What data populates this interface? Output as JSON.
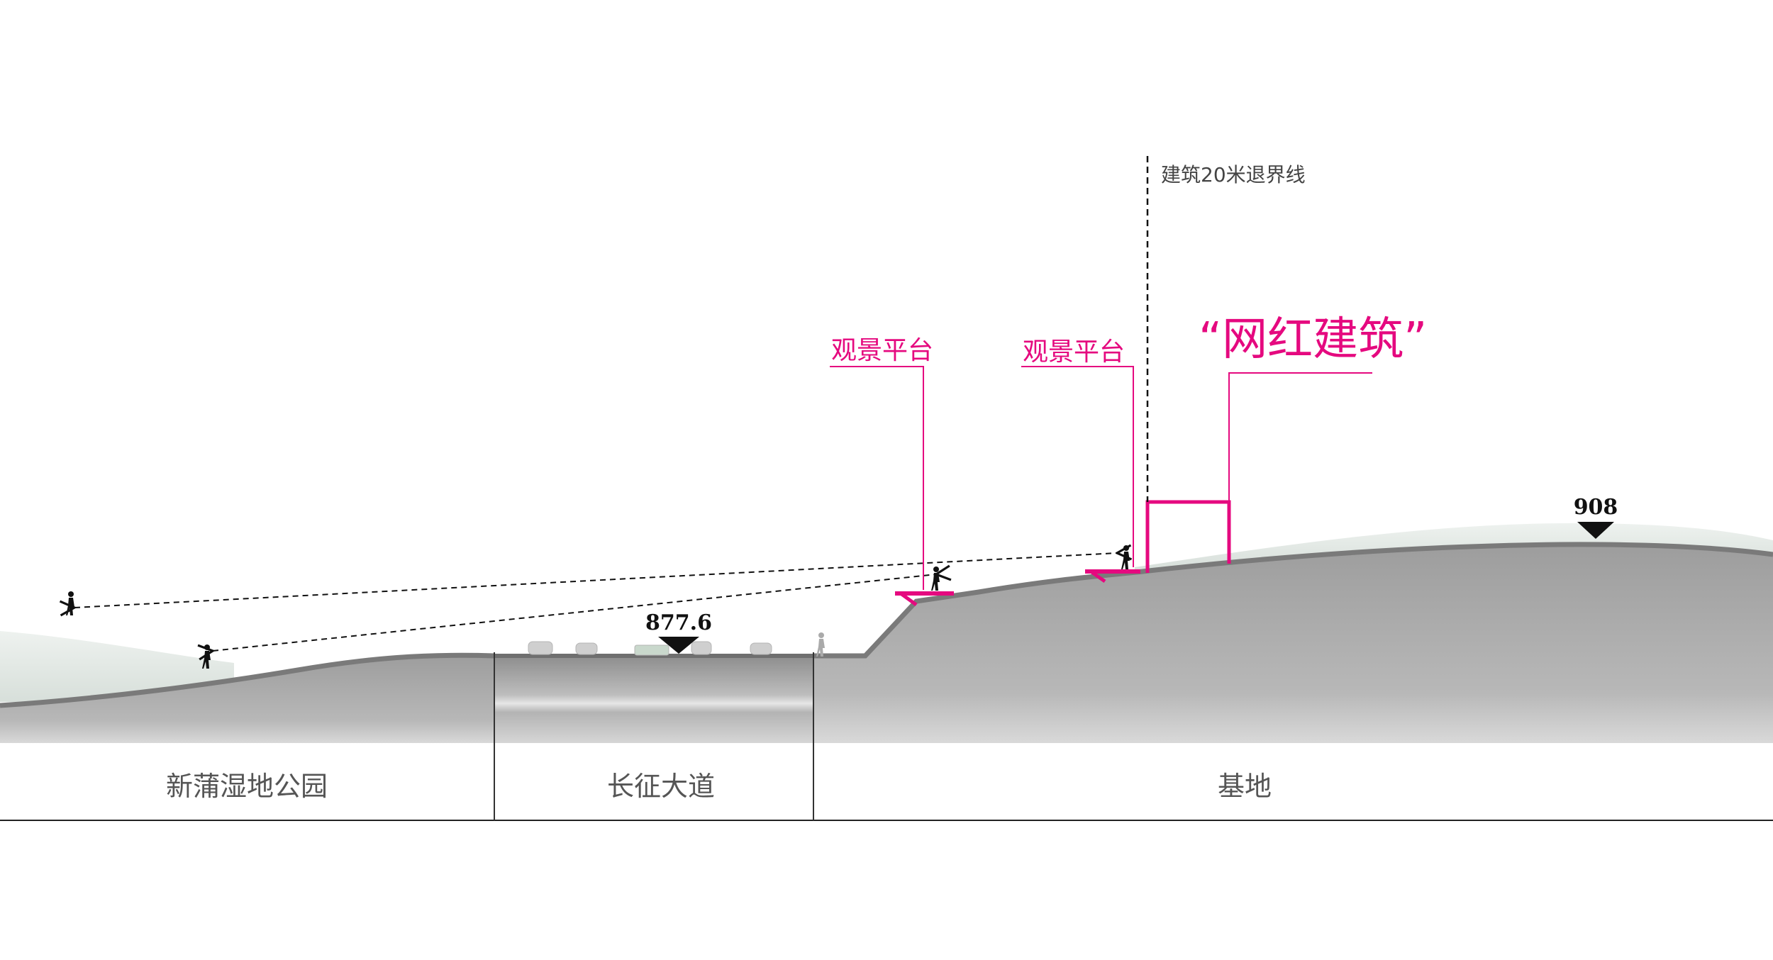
{
  "zones": {
    "park": "新蒲湿地公园",
    "road": "长征大道",
    "site": "基地"
  },
  "callouts": {
    "platform_left": "观景平台",
    "platform_right": "观景平台",
    "landmark": "“网红建筑”"
  },
  "setback_line": "建筑20米退界线",
  "elevations": {
    "road": "877.6",
    "peak": "908"
  },
  "colors": {
    "accent": "#e5097f",
    "terrain": "#a9a9a9",
    "terrain_edge": "#7d7d7d",
    "backdrop": "#dde3df",
    "text": "#555555"
  }
}
